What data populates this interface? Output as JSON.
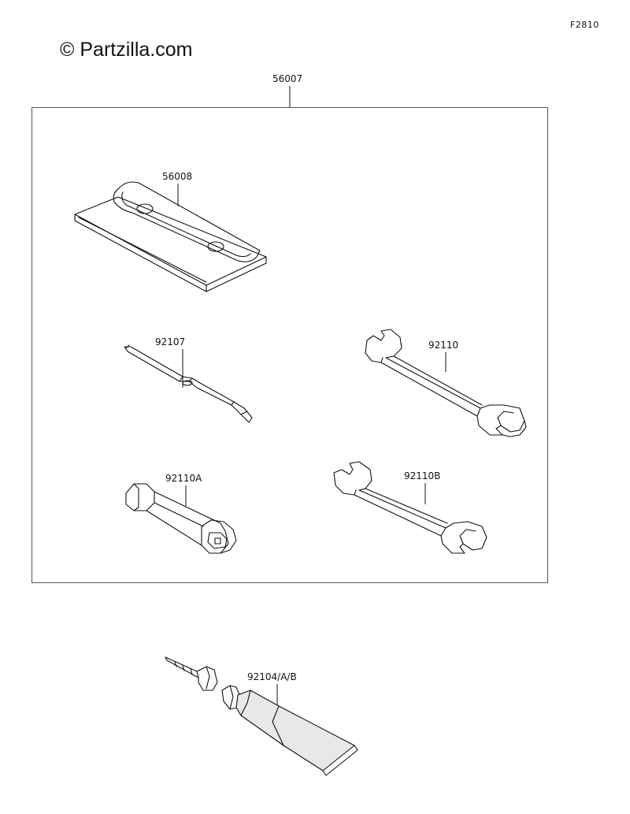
{
  "figure_code": "F2810",
  "watermark": "© Partzilla.com",
  "callouts": {
    "tool_kit": "56007",
    "tool_case": "56008",
    "screwdriver": "92107",
    "wrench_large": "92110",
    "spark_plug_wrench": "92110A",
    "wrench_small": "92110B",
    "repair_tube": "92104/A/B"
  }
}
